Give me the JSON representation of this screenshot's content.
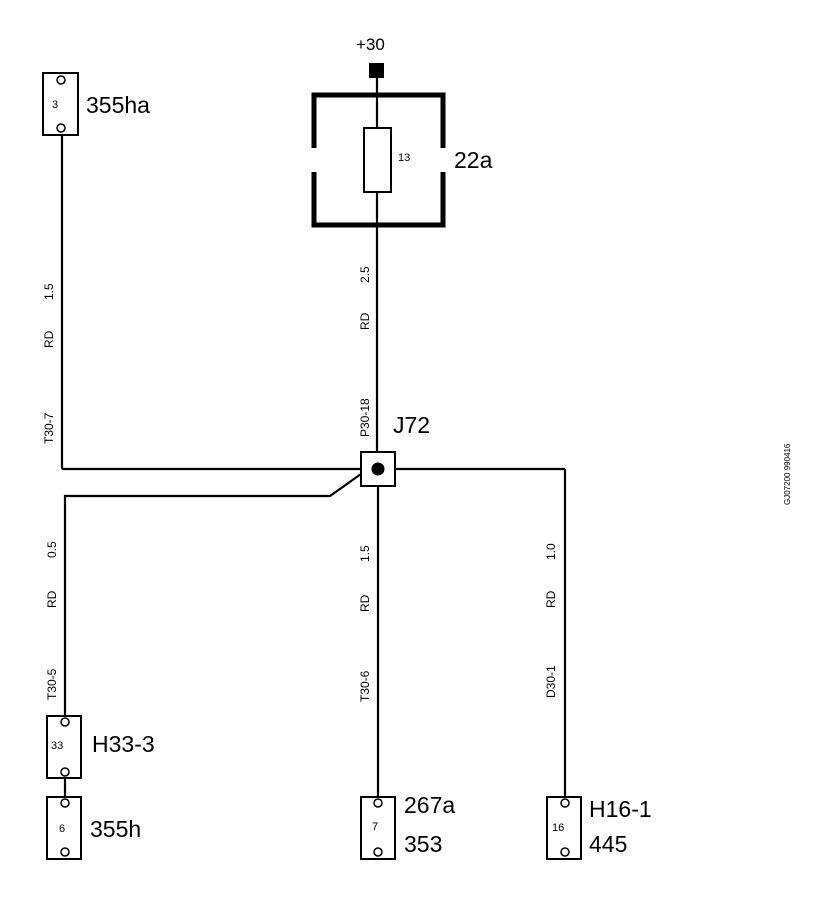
{
  "supply": {
    "label": "+30"
  },
  "fuse_box": {
    "name": "22a",
    "fuse_number": "13"
  },
  "junction": {
    "name": "J72"
  },
  "connectors": {
    "c355ha": {
      "pin": "3",
      "name": "355ha"
    },
    "h33": {
      "pin": "33",
      "name": "H33-3"
    },
    "c355h": {
      "pin": "6",
      "name": "355h"
    },
    "c267a": {
      "pin": "7",
      "name": "267a",
      "name2": "353"
    },
    "h16": {
      "pin": "16",
      "name": "H16-1",
      "name2": "445"
    }
  },
  "wires": {
    "supply_to_j72": {
      "size": "2.5",
      "color": "RD",
      "id": "P30-18"
    },
    "j72_to_355ha": {
      "size": "1.5",
      "color": "RD",
      "id": "T30-7"
    },
    "j72_to_h33": {
      "size": "0.5",
      "color": "RD",
      "id": "T30-5"
    },
    "j72_to_267a": {
      "size": "1.5",
      "color": "RD",
      "id": "T30-6"
    },
    "j72_to_h16": {
      "size": "1.0",
      "color": "RD",
      "id": "D30-1"
    }
  },
  "reference_code": "GJ07200 990416"
}
